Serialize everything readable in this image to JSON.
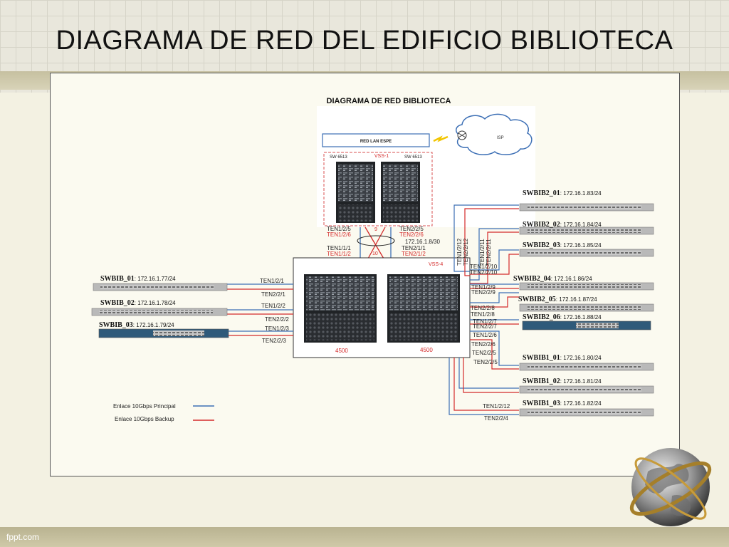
{
  "slide": {
    "title": "DIAGRAMA DE RED DEL EDIFICIO BIBLIOTECA",
    "footer": "fppt.com"
  },
  "diagram": {
    "heading": "DIAGRAMA DE RED BIBLIOTECA",
    "lan_label": "RED LAN ESPE",
    "isp_label": "ISP",
    "vss1_label": "VSS-1",
    "vss4_label": "VSS-4",
    "sw6513_left": "SW 6513",
    "sw6513_right": "SW 6513",
    "chassis_left": "4500",
    "chassis_right": "4500",
    "vss_link_ip": "172.16.1.8/30",
    "port_9": "9",
    "port_10": "10",
    "ports": {
      "ten1_2_5": "TEN1/2/5",
      "ten1_2_6": "TEN1/2/6",
      "ten2_2_5_top": "TEN2/2/5",
      "ten2_2_6_top": "TEN2/2/6",
      "ten1_1_1": "TEN1/1/1",
      "ten1_1_2": "TEN1/1/2",
      "ten2_1_1": "TEN2/1/1",
      "ten2_1_2": "TEN2/1/2",
      "ten1_2_1": "TEN1/2/1",
      "ten2_2_1": "TEN2/2/1",
      "ten1_2_2": "TEN1/2/2",
      "ten2_2_2": "TEN2/2/2",
      "ten1_2_3": "TEN1/2/3",
      "ten2_2_3": "TEN2/2/3",
      "v_ten1_2_12": "TEN1/2/12",
      "v_ten2_2_12": "TEN2/2/12",
      "v_ten1_2_11": "TEN1/2/11",
      "v_ten2_2_11": "TEN2/2/11",
      "ten1_2_10": "TEN1/2/10",
      "ten2_2_10": "TEN2/2/10",
      "ten1_2_9": "TEN1/2/9",
      "ten2_2_9": "TEN2/2/9",
      "ten2_2_8": "TEN2/2/8",
      "ten1_2_8": "TEN1/2/8",
      "ten1_2_7": "TEN1/2/7",
      "ten2_2_7": "TEN2/2/7",
      "ten1_2_6r": "TEN1/2/6",
      "ten2_2_6r": "TEN2/2/6",
      "ten2_2_5r": "TEN2/2/5",
      "ten2_2_5b": "TEN2/2/5",
      "ten1_2_12b": "TEN1/2/12",
      "ten2_2_4": "TEN2/2/4"
    },
    "switches": [
      {
        "name": "SWBIB2_01",
        "ip": ": 172.16.1.83/24"
      },
      {
        "name": "SWBIB2_02",
        "ip": ": 172.16.1.84/24"
      },
      {
        "name": "SWBIB2_03",
        "ip": ": 172.16.1.85/24"
      },
      {
        "name": "SWBIB2_04",
        "ip": ": 172.16.1.86/24"
      },
      {
        "name": "SWBIB2_05",
        "ip": ": 172.16.1.87/24"
      },
      {
        "name": "SWBIB2_06",
        "ip": ": 172.16.1.88/24"
      },
      {
        "name": "SWBIB1_01",
        "ip": ": 172.16.1.80/24"
      },
      {
        "name": "SWBIB1_02",
        "ip": ": 172.16.1.81/24"
      },
      {
        "name": "SWBIB1_03",
        "ip": ": 172.16.1.82/24"
      },
      {
        "name": "SWBIB_01",
        "ip": ": 172.16.1.77/24"
      },
      {
        "name": "SWBIB_02",
        "ip": ": 172.16.1.78/24"
      },
      {
        "name": "SWBIB_03",
        "ip": ": 172.16.1.79/24"
      }
    ],
    "legend": {
      "primary": "Enlace 10Gbps Principal",
      "backup": "Enlace 10Gbps Backup",
      "primary_color": "#3c6fb5",
      "backup_color": "#d42a2a"
    }
  }
}
